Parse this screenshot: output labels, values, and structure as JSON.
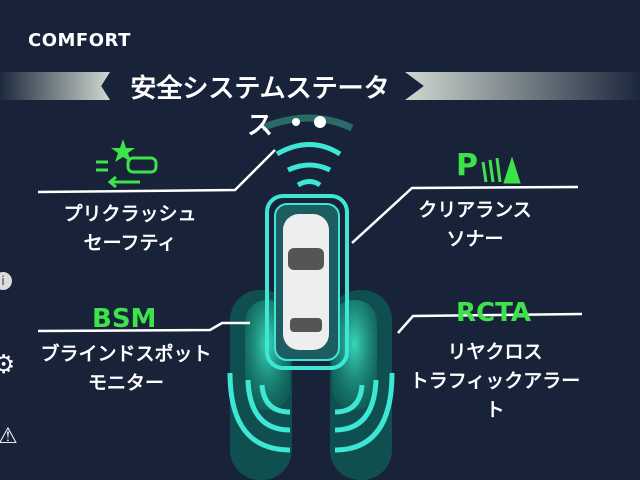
{
  "header": {
    "mode": "COMFORT",
    "title": "安全システムステータス"
  },
  "features": [
    {
      "icon": "pre-crash-icon",
      "label_line1": "プリクラッシュ",
      "label_line2": "セーフティ"
    },
    {
      "icon": "clearance-sonar-icon",
      "icon_text": "P",
      "label_line1": "クリアランス",
      "label_line2": "ソナー"
    },
    {
      "badge": "BSM",
      "label_line1": "ブラインドスポット",
      "label_line2": "モニター"
    },
    {
      "badge": "RCTA",
      "label_line1": "リヤクロス",
      "label_line2": "トラフィックアラート"
    }
  ],
  "sidebar": {
    "info": "i"
  },
  "colors": {
    "background": "#18233a",
    "active_green": "#3de34a",
    "sensor_cyan": "#3ee6d6"
  }
}
